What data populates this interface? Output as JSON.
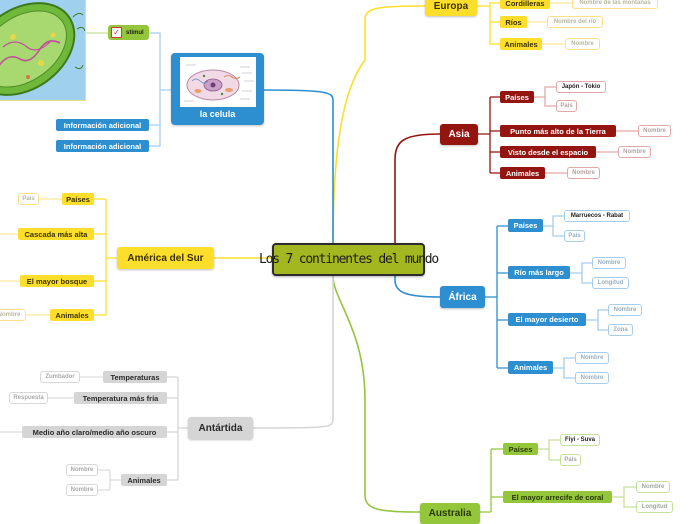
{
  "central": "Los 7 continentes del mundo",
  "europa": {
    "label": "Europa",
    "cordilleras": "Cordilleras",
    "cordilleras_leaf": "Nombre de las montañas",
    "rios": "Ríos",
    "rios_leaf": "Nombre del río",
    "animales": "Animales",
    "animales_leaf": "Nombre"
  },
  "asia": {
    "label": "Asia",
    "paises": "Países",
    "paises_leaf_1": "Japón - Tokio",
    "paises_leaf_2": "País",
    "punto": "Punto más alto de la Tierra",
    "punto_leaf": "Nombre",
    "visto": "Visto desde el espacio",
    "visto_leaf": "Nombre",
    "animales": "Animales",
    "animales_leaf": "Nombre"
  },
  "africa": {
    "label": "África",
    "paises": "Países",
    "paises_leaf_1": "Marruecos - Rabat",
    "paises_leaf_2": "País",
    "rio": "Río más largo",
    "rio_leaf_1": "Nombre",
    "rio_leaf_2": "Longitud",
    "desierto": "El mayor desierto",
    "desierto_leaf_1": "Nombre",
    "desierto_leaf_2": "Zona",
    "animales": "Animales",
    "animales_leaf_1": "Nombre",
    "animales_leaf_2": "Nombre"
  },
  "australia": {
    "label": "Australia",
    "paises": "Países",
    "paises_leaf_1": "Fiyi - Suva",
    "paises_leaf_2": "País",
    "arrecife": "El mayor arrecife de coral",
    "arrecife_leaf_1": "Nombre",
    "arrecife_leaf_2": "Longitud"
  },
  "celula": {
    "label": "la celula",
    "info_1": "Información adicional",
    "info_2": "Información adicional",
    "stimul": "stimul"
  },
  "america_sur": {
    "label": "América del Sur",
    "paises": "Países",
    "paises_leaf": "País",
    "cascada": "Cascada más alta",
    "bosque": "El mayor bosque",
    "animales": "Animales",
    "animales_leaf": "Nombre"
  },
  "antartida": {
    "label": "Antártida",
    "temperaturas": "Temperaturas",
    "temperaturas_leaf": "Zumbador",
    "fria": "Temperatura más fría",
    "fria_leaf": "Respuesta",
    "medio": "Medio año claro/medio año oscuro",
    "animales": "Animales",
    "animales_leaf_1": "Nombre",
    "animales_leaf_2": "Nombre"
  },
  "colors": {
    "central": "#a3b820",
    "europa": "#fddf2b",
    "asia": "#94140f",
    "africa": "#2d8fd0",
    "australia": "#94c63b",
    "america_sur": "#fddf2b",
    "antartida": "#d5d5d5"
  }
}
